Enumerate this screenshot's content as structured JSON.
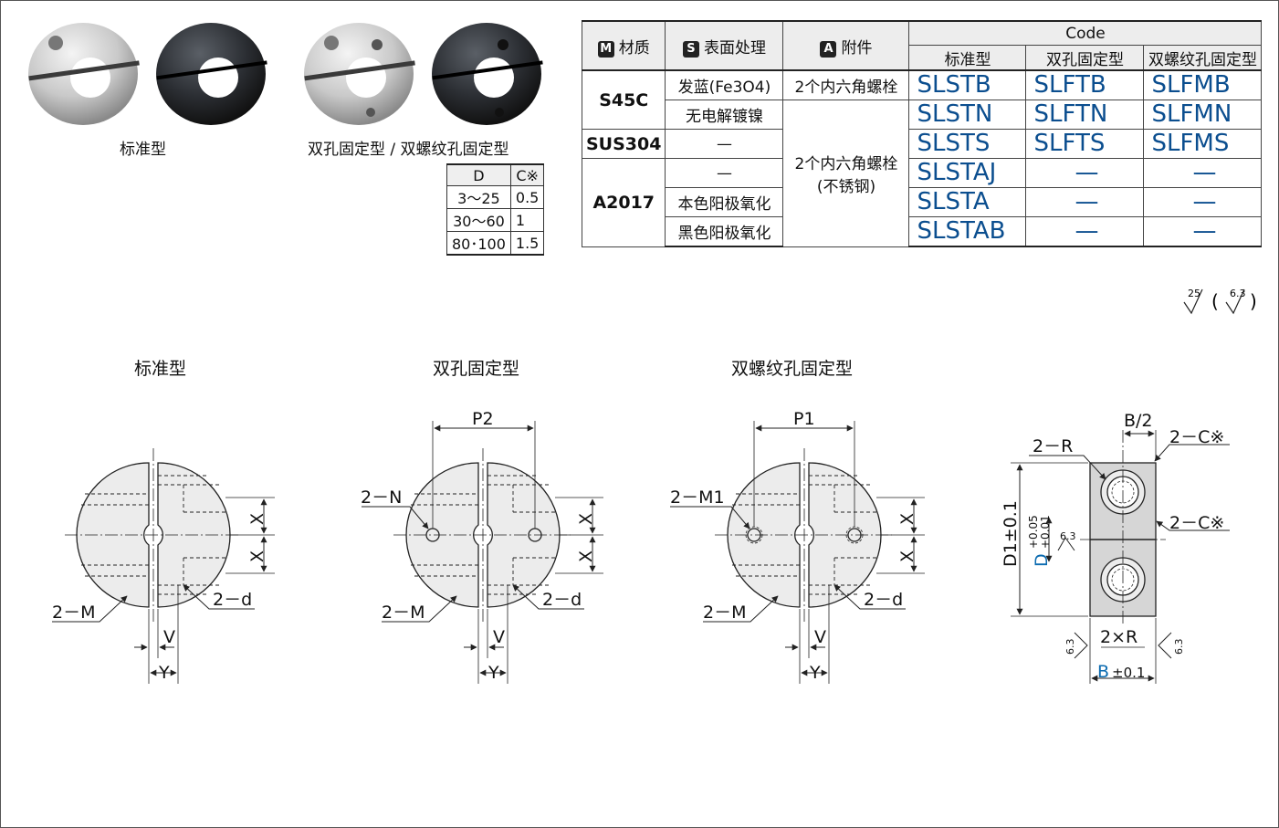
{
  "photo_captions": {
    "standard": "标准型",
    "hole_types": "双孔固定型 / 双螺纹孔固定型"
  },
  "chamfer_table": {
    "headers": [
      "D",
      "C※"
    ],
    "rows": [
      [
        "3～25",
        "0.5"
      ],
      [
        "30～60",
        "1"
      ],
      [
        "80･100",
        "1.5"
      ]
    ]
  },
  "main_table": {
    "headers": {
      "material": {
        "badge": "M",
        "label": "材质"
      },
      "surface": {
        "badge": "S",
        "label": "表面处理"
      },
      "accessory": {
        "badge": "A",
        "label": "附件"
      },
      "code": "Code",
      "code_sub": [
        "标准型",
        "双孔固定型",
        "双螺纹孔固定型"
      ]
    },
    "materials": {
      "s45c": "S45C",
      "sus304": "SUS304",
      "a2017": "A2017"
    },
    "surfaces": [
      "发蓝(Fe3O4)",
      "无电解镀镍",
      "—",
      "—",
      "本色阳极氧化",
      "黑色阳极氧化"
    ],
    "accessories": {
      "a1": "2个内六角螺栓",
      "a2_line1": "2个内六角螺栓",
      "a2_line2": "(不锈钢)"
    },
    "codes": [
      [
        "SLSTB",
        "SLFTB",
        "SLFMB"
      ],
      [
        "SLSTN",
        "SLFTN",
        "SLFMN"
      ],
      [
        "SLSTS",
        "SLFTS",
        "SLFMS"
      ],
      [
        "SLSTAJ",
        "—",
        "—"
      ],
      [
        "SLSTA",
        "—",
        "—"
      ],
      [
        "SLSTAB",
        "—",
        "—"
      ]
    ]
  },
  "roughness": {
    "main": "25",
    "paren": "6.3"
  },
  "drawing_titles": {
    "standard": "标准型",
    "two_hole": "双孔固定型",
    "two_thread": "双螺纹孔固定型"
  },
  "dims": {
    "P2": "P2",
    "P1": "P1",
    "X": "X",
    "V": "V",
    "Y": "Y",
    "two_M": "2－M",
    "two_d": "2－d",
    "two_N": "2－N",
    "two_M1": "2－M1",
    "B_half": "B/2",
    "two_R": "2－R",
    "two_C": "2－C※",
    "D1_tol": "D1±0.1",
    "D_tol_upper": "+0.05",
    "D_tol_lower": "+0.01",
    "rough_63": "6.3",
    "two_x_R": "2×R",
    "B_tol": "B±0.1",
    "B_letter": "B",
    "B_tol_val": "±0.1",
    "D_letter": "D"
  },
  "colors": {
    "code_blue": "#0b4e8f",
    "header_grey": "#ededed"
  }
}
